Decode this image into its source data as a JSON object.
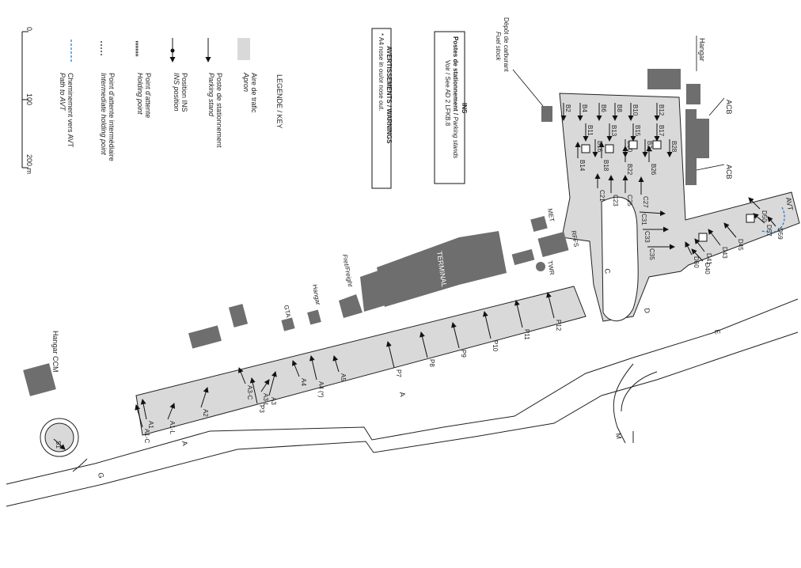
{
  "legend": {
    "title": "LEGENDE / KEY",
    "items": [
      {
        "fr": "Aire de trafic",
        "en": "Apron",
        "icon": "apron-swatch"
      },
      {
        "fr": "Poste de stationnement",
        "en": "Parking stand",
        "icon": "parking-stand-arrow"
      },
      {
        "fr": "Position INS",
        "en": "INS position",
        "icon": "ins-position-arrow"
      },
      {
        "fr": "Point d'attente",
        "en": "Holding point",
        "icon": "holding-point-line"
      },
      {
        "fr": "Point d'attente intermédiaire",
        "en": "Intermediate holding point",
        "icon": "intermediate-holding-line"
      },
      {
        "fr": "Cheminement vers AVT",
        "en": "Path to AVT",
        "icon": "path-to-avt-dashed"
      }
    ],
    "scale": {
      "ticks": [
        "0",
        "100",
        "200 m"
      ]
    }
  },
  "ins_box": {
    "title": "INS",
    "line1_fr": "Postes de stationnement / ",
    "line1_en": "Parking stands",
    "line2": "Voir / See AD 2 LFKB.8"
  },
  "warnings_box": {
    "title": "AVERTISSEMENTS / WARNINGS",
    "line1": "* A4 nose in ou/or nose out."
  },
  "labels": {
    "fuel_fr": "Dépôt de carburant",
    "fuel_en": "Fuel stock",
    "hangar": "Hangar",
    "acb": "ACB",
    "terminal": "TERMINAL",
    "freight": "Fret/Freight",
    "gta": "GTA",
    "met": "MET",
    "rffs": "RFFS",
    "twr": "TWR",
    "hangar_ccm": "Hangar CCM",
    "avt": "AVT"
  },
  "taxiways": [
    "A",
    "A",
    "C",
    "D",
    "E",
    "G",
    "M"
  ],
  "stands": {
    "B": [
      "B2",
      "B4",
      "B6",
      "B8",
      "B10",
      "B11",
      "B12",
      "B13",
      "B14",
      "B15",
      "B16",
      "B17",
      "B18",
      "B20",
      "B22",
      "B24",
      "B26",
      "B28"
    ],
    "C": [
      "C21",
      "C23",
      "C25",
      "C27",
      "C31",
      "C33",
      "C35"
    ],
    "D": [
      "D40",
      "D41",
      "D43",
      "D45",
      "D50",
      "D57",
      "D59",
      "D60"
    ],
    "P": [
      "P3",
      "P7",
      "P8",
      "P9",
      "P10",
      "P11",
      "P12"
    ],
    "A": [
      "A1",
      "A1-C",
      "A1-L",
      "A2",
      "A3",
      "A3-C",
      "A3-L",
      "A4 (*)",
      "A4",
      "A5"
    ],
    "S": [
      "S1"
    ]
  },
  "colors": {
    "apron": "#d9d9d9",
    "building": "#6e6e6e",
    "path": "#1a73c9"
  }
}
